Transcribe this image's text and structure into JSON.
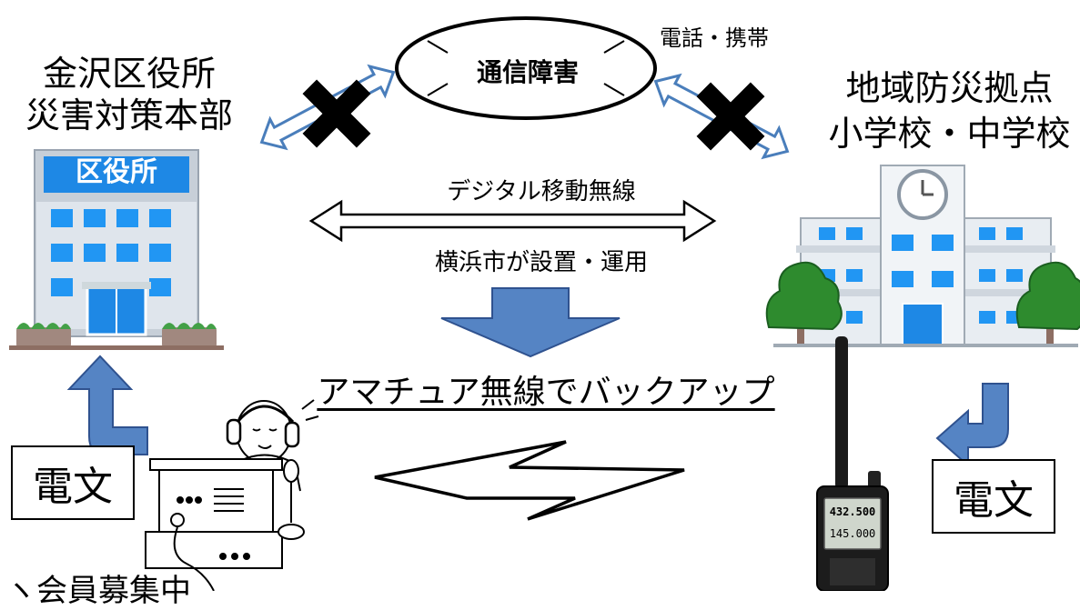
{
  "ward_office": {
    "title_line1": "金沢区役所",
    "title_line2": "災害対策本部",
    "sign": "区役所"
  },
  "school": {
    "title_line1": "地域防災拠点",
    "title_line2": "小学校・中学校"
  },
  "network": {
    "outage_label": "通信障害",
    "phone_label": "電話・携帯",
    "digital_radio_label": "デジタル移動無線",
    "operator_label": "横浜市が設置・運用",
    "backup_label": "アマチュア無線でバックアップ"
  },
  "messages": {
    "left": "電文",
    "right": "電文"
  },
  "radio_display": {
    "freq_a": "432.500",
    "freq_b": "145.000"
  },
  "left_cut_text": "ヽ会員募集中",
  "colors": {
    "arrow_blue": "#4a7ebb",
    "down_arrow": "#5584c4",
    "building_blue": "#1e88e5",
    "tree_green": "#2e8b2e"
  }
}
